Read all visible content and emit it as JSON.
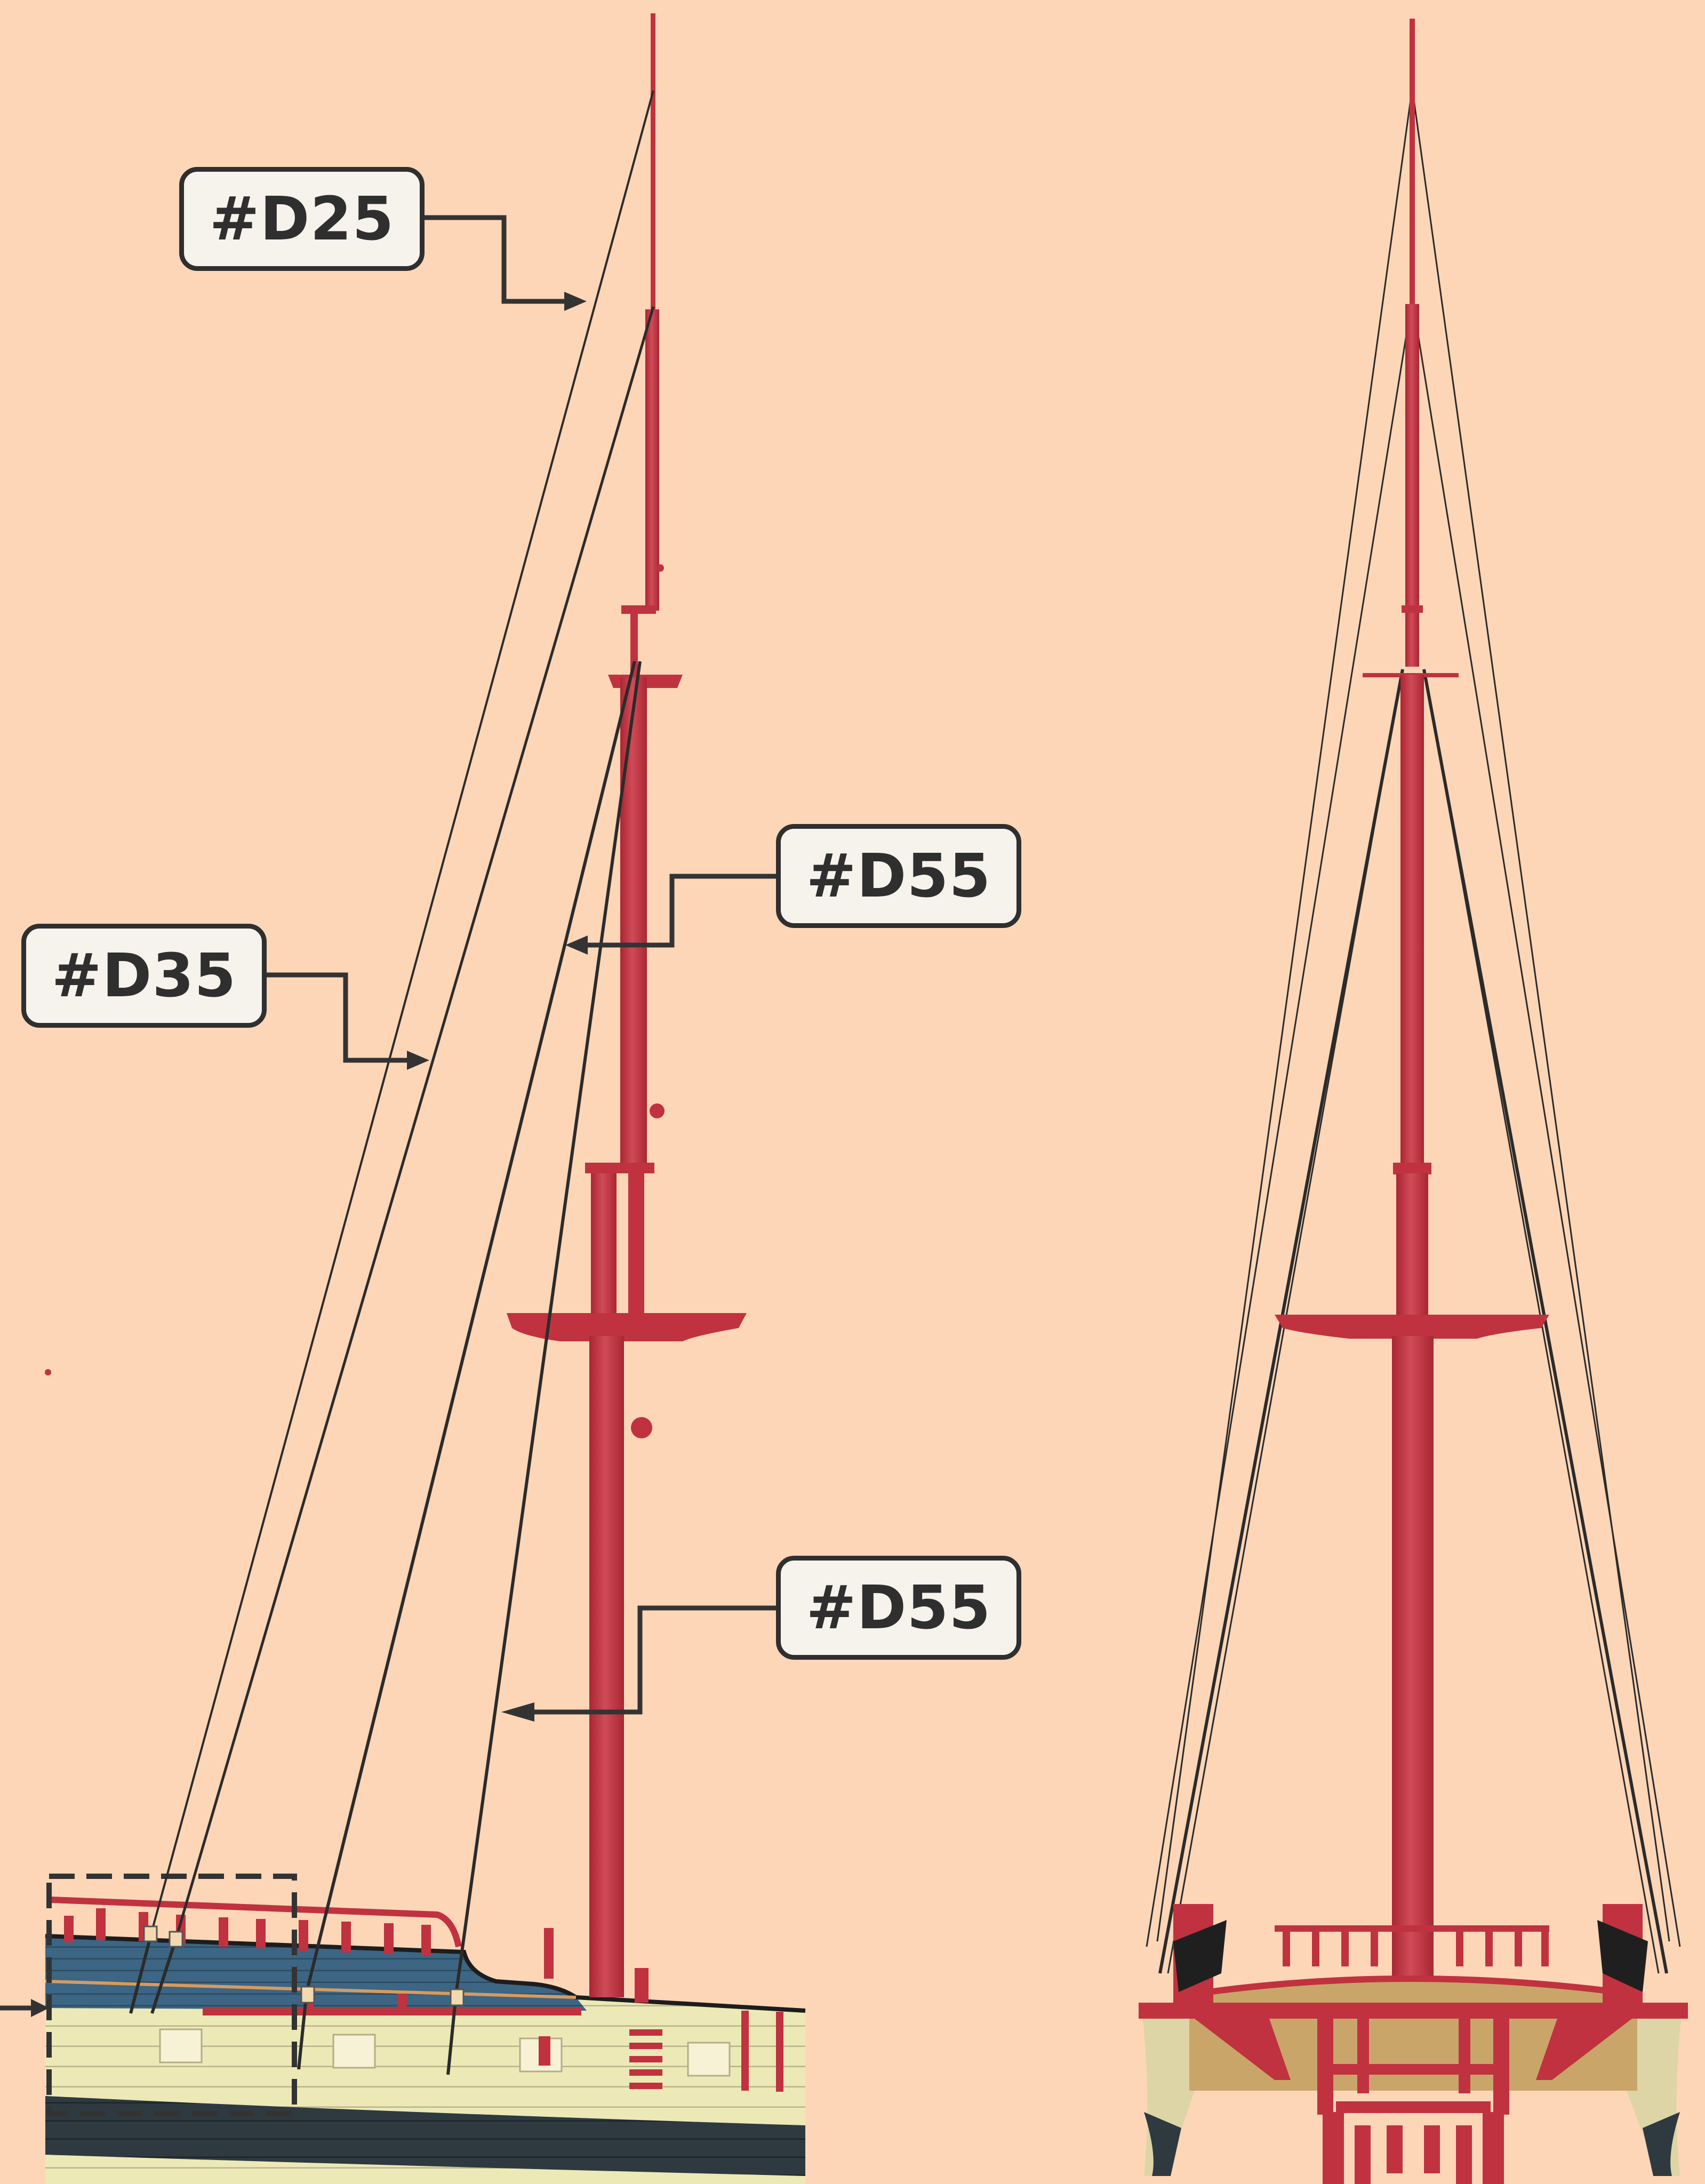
{
  "callouts": [
    {
      "id": "c1",
      "label": "#D25"
    },
    {
      "id": "c2",
      "label": "#D55"
    },
    {
      "id": "c3",
      "label": "#D35"
    },
    {
      "id": "c4",
      "label": "#D55"
    }
  ],
  "colors": {
    "background": "#fdd6b7",
    "mast": "#c0323f",
    "mast_light": "#d04b57",
    "rigging": "#2b2b2b",
    "hull_cream": "#ece9b7",
    "hull_blue": "#3d6584",
    "hull_dark": "#2e3a40",
    "callout_fill": "#f6f3ec",
    "callout_border": "#2f2f2f"
  },
  "views": [
    "side-view",
    "front-view"
  ]
}
